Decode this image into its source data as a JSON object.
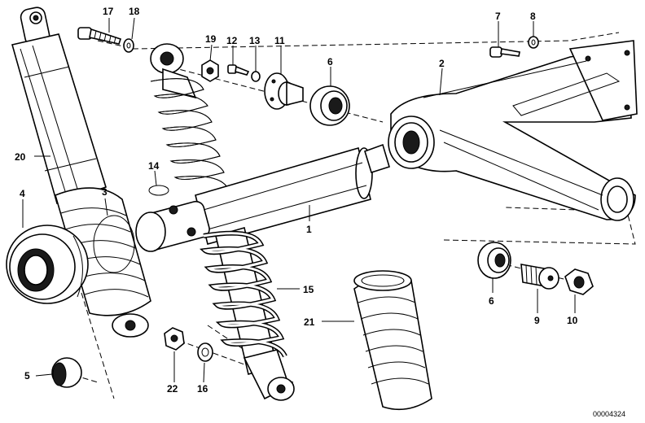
{
  "diagram": {
    "catalog_number": "00004324",
    "labels": {
      "p1": "1",
      "p2": "2",
      "p3": "3",
      "p4": "4",
      "p5": "5",
      "p6a": "6",
      "p6b": "6",
      "p7": "7",
      "p8": "8",
      "p9": "9",
      "p10": "10",
      "p11": "11",
      "p12": "12",
      "p13": "13",
      "p14": "14",
      "p15": "15",
      "p16": "16",
      "p17": "17",
      "p18": "18",
      "p19": "19",
      "p20": "20",
      "p21": "21",
      "p22": "22"
    },
    "colors": {
      "ink": "#000000",
      "paper": "#ffffff"
    }
  }
}
